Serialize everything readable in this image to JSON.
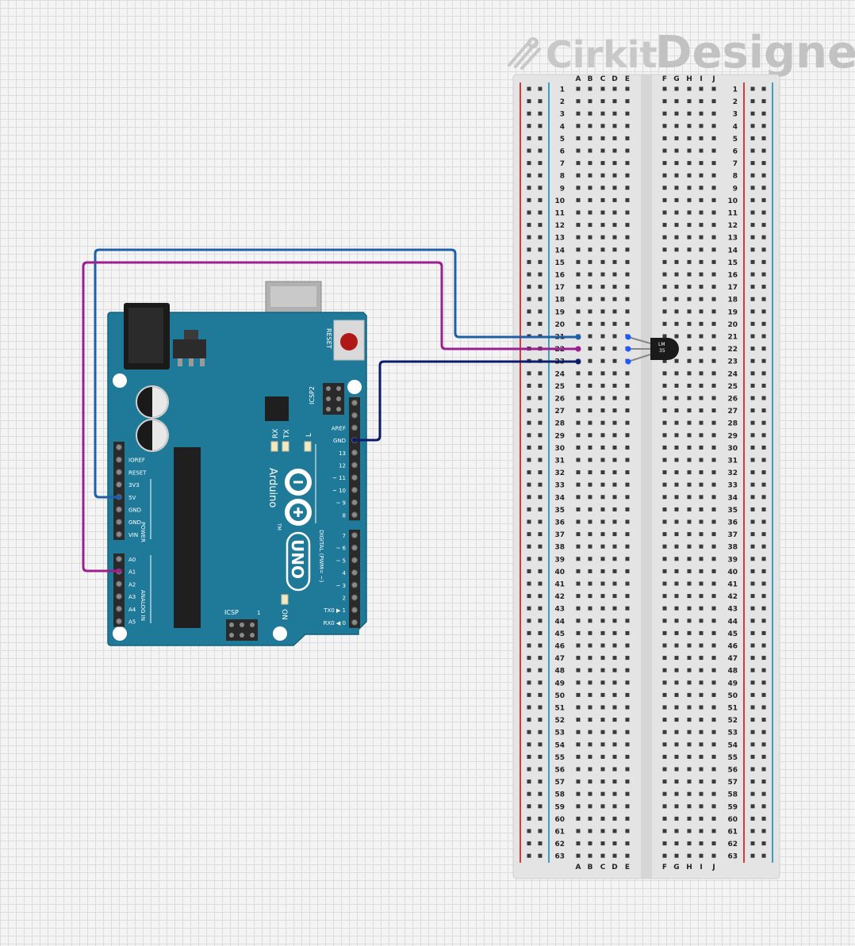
{
  "logo": {
    "brand": "Cirkit",
    "product": "Designer"
  },
  "breadboard": {
    "columns_left": [
      "A",
      "B",
      "C",
      "D",
      "E"
    ],
    "columns_right": [
      "F",
      "G",
      "H",
      "I",
      "J"
    ],
    "row_count": 63
  },
  "arduino": {
    "name": "Arduino",
    "model": "UNO",
    "tm": "TM",
    "reset_label": "RESET",
    "icsp_label": "ICSP",
    "icsp2_label": "ICSP2",
    "icsp_pin1": "1",
    "led_labels": {
      "l": "L",
      "tx": "TX",
      "rx": "RX",
      "on": "ON"
    },
    "power_header_label": "POWER",
    "analog_header_label": "ANALOG IN",
    "digital_header_label": "DIGITAL (PWM= ~)",
    "power_pins": [
      "",
      "IOREF",
      "RESET",
      "3V3",
      "5V",
      "GND",
      "GND",
      "VIN"
    ],
    "analog_pins": [
      "A0",
      "A1",
      "A2",
      "A3",
      "A4",
      "A5"
    ],
    "digital_top_pins": [
      "",
      "",
      "AREF",
      "GND",
      "13",
      "12",
      "~ 11",
      "~ 10",
      "~ 9",
      "8"
    ],
    "digital_bottom_pins": [
      "7",
      "~ 6",
      "~ 5",
      "4",
      "~ 3",
      "2",
      "TX0 ▶ 1",
      "RX0 ◀ 0"
    ]
  },
  "sensor": {
    "label_line1": "LM",
    "label_line2": "35"
  },
  "wires": [
    {
      "name": "5V to breadboard row 21",
      "color": "#1f5fa8"
    },
    {
      "name": "A1 to breadboard row 22",
      "color": "#9c1f8f"
    },
    {
      "name": "GND to breadboard row 23",
      "color": "#0c1a6b"
    }
  ],
  "colors": {
    "board": "#1f7a99",
    "board_dark": "#17627b",
    "rail_red": "#d43a3a",
    "rail_blue": "#3aa0c0",
    "breadboard": "#e6e6e6",
    "hole": "#3a3a3a",
    "pin_active": "#1a5cff"
  }
}
